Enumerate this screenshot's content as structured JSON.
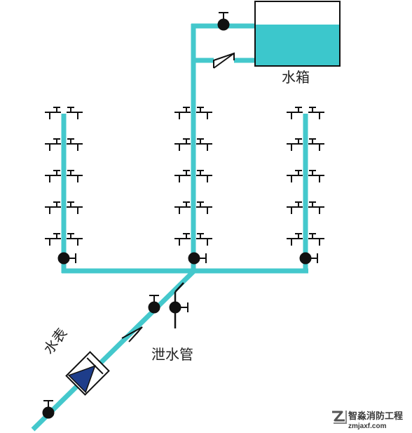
{
  "labels": {
    "tank": "水箱",
    "meter": "水表",
    "drain": "泄水管"
  },
  "watermark": {
    "name": "智淼消防工程",
    "site": "zmjaxf.com"
  },
  "colors": {
    "pipe": "#44c8cc",
    "water": "#3cc7cc",
    "ink": "#111111",
    "meter_fill": "#1e3d8a"
  },
  "icons": {
    "valve": "valve-icon",
    "check_valve": "check-valve-icon",
    "faucet": "faucet-icon",
    "meter": "water-meter-icon",
    "logo": "zmj-logo-icon"
  }
}
